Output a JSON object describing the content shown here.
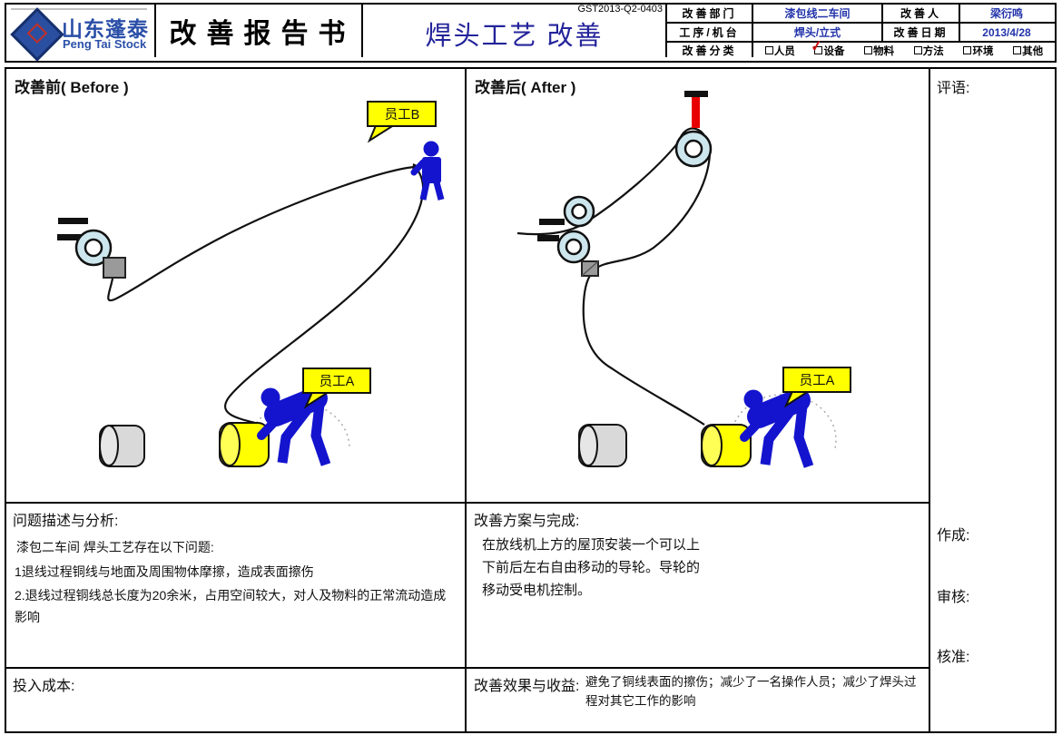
{
  "logo": {
    "name_cn": "山东蓬泰",
    "name_en": "Peng Tai Stock"
  },
  "header": {
    "report_title": "改善报告书",
    "doc_number": "GST2013-Q2-0403",
    "main_title": "焊头工艺 改善",
    "fields": [
      {
        "label": "改善部门",
        "value": "漆包线二车间"
      },
      {
        "label": "改善人",
        "value": "梁衍鸣"
      },
      {
        "label": "工序/机台",
        "value": "焊头/立式"
      },
      {
        "label": "改善日期",
        "value": "2013/4/28"
      }
    ],
    "category": {
      "label": "改善分类",
      "options": [
        {
          "label": "人员",
          "checked": false
        },
        {
          "label": "设备",
          "checked": true
        },
        {
          "label": "物料",
          "checked": false
        },
        {
          "label": "方法",
          "checked": false
        },
        {
          "label": "环境",
          "checked": false
        },
        {
          "label": "其他",
          "checked": false
        }
      ]
    }
  },
  "panels": {
    "before": {
      "title": "改善前( Before )",
      "callout_worker_b": "员工B",
      "callout_worker_a": "员工A"
    },
    "after": {
      "title": "改善后( After )",
      "callout_worker_a": "员工A"
    }
  },
  "sections": {
    "problem": {
      "title": "问题描述与分析:",
      "intro": "漆包二车间 焊头工艺存在以下问题:",
      "item1": "1退线过程铜线与地面及周围物体摩擦，造成表面擦伤",
      "item2": "2.退线过程铜线总长度为20余米，占用空间较大，对人及物料的正常流动造成影响"
    },
    "solution": {
      "title": "改善方案与完成:",
      "body": "在放线机上方的屋顶安装一个可以上下前后左右自由移动的导轮。导轮的移动受电机控制。"
    },
    "cost": {
      "title": "投入成本:"
    },
    "benefit": {
      "title": "改善效果与收益:",
      "body": "避免了铜线表面的擦伤；减少了一名操作人员；减少了焊头过程对其它工作的影响"
    }
  },
  "approval": {
    "comment_label": "评语:",
    "prepared_label": "作成:",
    "review_label": "审核:",
    "approve_label": "核准:"
  },
  "colors": {
    "title_blue": "#24249b",
    "value_blue": "#2233AA",
    "figure_blue": "#1414ce",
    "pulley_blue": "#cde6ee",
    "callout_yellow": "#ffff00",
    "check_red": "#cc1111",
    "spool_gray": "#d9d9d9"
  }
}
